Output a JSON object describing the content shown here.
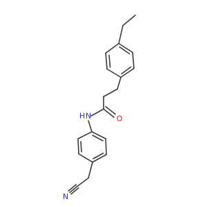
{
  "molecule": {
    "atoms": {
      "nitrogen_amide": "N",
      "hydrogen_amide": "H",
      "oxygen_carbonyl": "O",
      "nitrogen_nitrile": "N"
    },
    "colors": {
      "bond": "#3a3a3a",
      "nitrogen": "#2e2ee0",
      "oxygen": "#e02020",
      "background": "#ffffff"
    }
  }
}
